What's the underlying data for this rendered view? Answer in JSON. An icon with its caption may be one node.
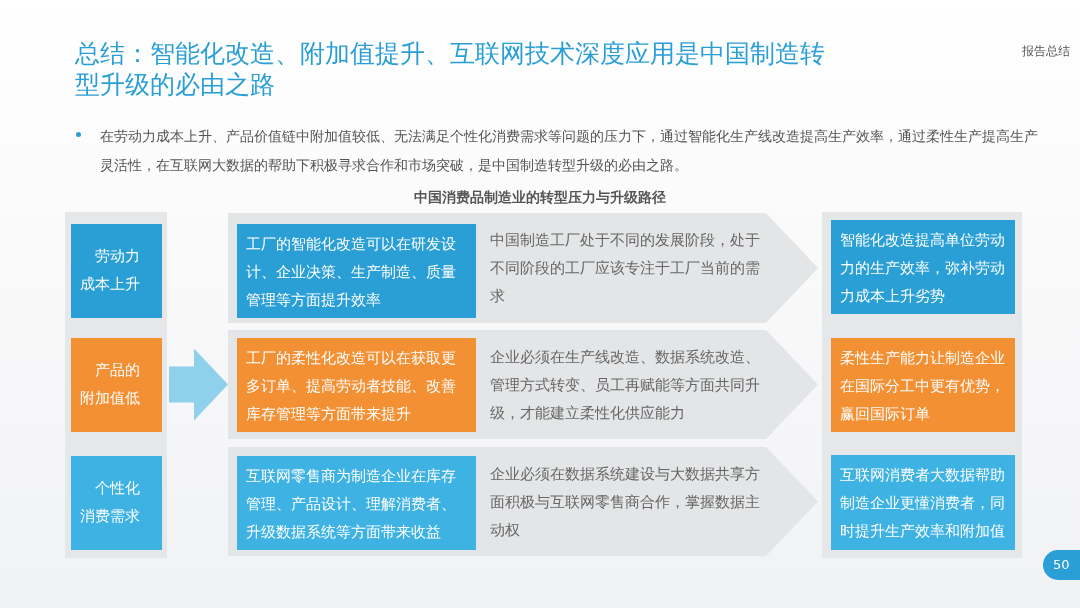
{
  "diagram": {
    "title": "总结：智能化改造、附加值提升、互联网技术深度应用是中国制造转型升级的必由之路",
    "nodes": [
      {
        "text": [],
        "shape": "box"
      },
      {
        "text": [
          "劳动力成本上升"
        ],
        "in": 0
      },
      {
        "text": [
          "产品的附加值低"
        ],
        "in": 0
      },
      {
        "text": [
          "个性化消费需求"
        ],
        "in": 0
      },
      {
        "text": [
          "中国制造工厂处于不同的发展阶段，处于不同阶段的工厂应该专注于工厂当前的需求"
        ]
      },
      {
        "text": [
          "工厂的智能化改造可以在研发设计、企业决策、生产制造、质量管理等方面提升效率"
        ],
        "in": 4
      },
      {
        "text": [
          "企业必须在生产线改造、数据系统改造、管理方式转变、员工再赋能等方面共同升级，才能建立柔性化供应能力"
        ]
      },
      {
        "text": [
          "工厂的柔性化改造可以在获取更多订单、提高劳动者技能、改善库存管理等方面带来提升"
        ],
        "in": 6
      },
      {
        "text": [
          "企业必须在数据系统建设与大数据共享方面积极与互联网零售商合作，掌握数据主动权"
        ]
      },
      {
        "text": [
          "互联网零售商为制造企业在库存管理、产品设计、理解消费者、升级数据系统等方面带来收益"
        ],
        "in": 8
      },
      {
        "text": [],
        "shape": "box"
      },
      {
        "text": [
          "智能化改造提高单位劳动力的生产效率，弥补劳动力成本上升劣势"
        ],
        "in": 10
      },
      {
        "text": [
          "柔性生产能力让制造企业在国际分工中更有优势，赢回国际订单"
        ],
        "in": 10
      },
      {
        "text": [
          "互联网消费者大数据帮助制造企业更懂消费者，同时提升生产效率和附加值"
        ],
        "in": 10
      }
    ],
    "edges": [
      {
        "from": 0,
        "to": 6,
        "arrow": "to"
      }
    ],
    "labels": [
      "报告总结",
      "在劳动力成本上升、产品价值链中附加值较低、无法满足个性化消费需求等问题的压力下，通过智能化生产线改造提高生产效率，通过柔性生产提高生产灵活性，在互联网大数据的帮助下积极寻求合作和市场突破，是中国制造转型升级的必由之路。",
      "中国消费品制造业的转型压力与升级路径",
      "50"
    ]
  }
}
